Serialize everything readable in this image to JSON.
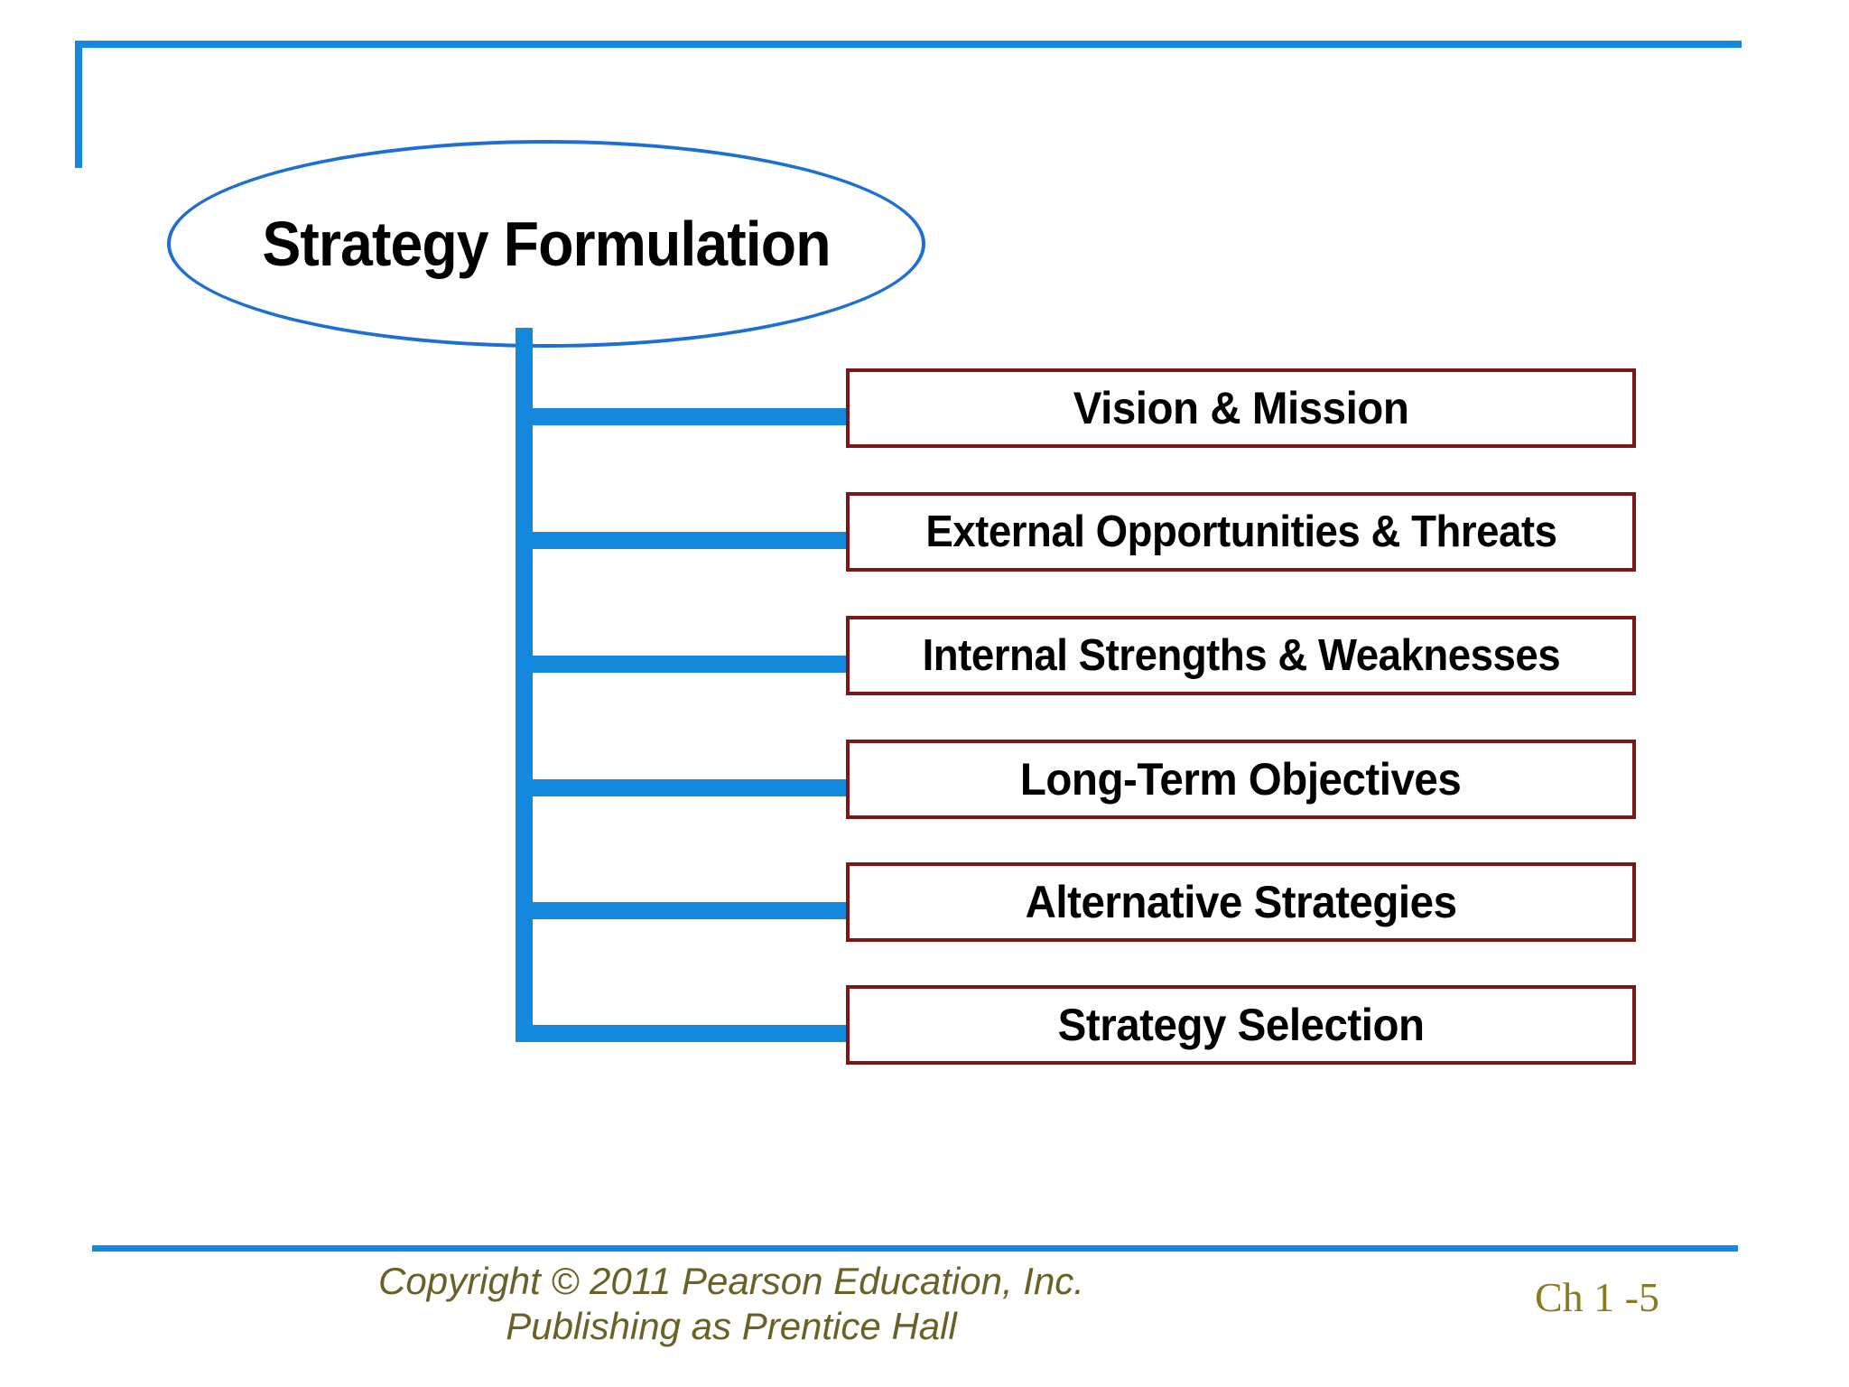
{
  "slide": {
    "title": "Strategy Formulation",
    "colors": {
      "accent_blue": "#1388dd",
      "ellipse_outline": "#1d6fd4",
      "box_outline": "#7d1616",
      "footer_text": "#6a6126",
      "page_number": "#8a7a22",
      "background": "#ffffff"
    }
  },
  "diagram": {
    "root": {
      "label": "Strategy Formulation",
      "shape": "ellipse"
    },
    "nodes": [
      {
        "label": "Vision & Mission"
      },
      {
        "label": "External Opportunities & Threats"
      },
      {
        "label": "Internal Strengths & Weaknesses"
      },
      {
        "label": "Long-Term Objectives"
      },
      {
        "label": "Alternative Strategies"
      },
      {
        "label": "Strategy Selection"
      }
    ]
  },
  "footer": {
    "copyright": "Copyright © 2011 Pearson Education, Inc.\nPublishing as Prentice Hall",
    "page": "Ch 1 -5"
  }
}
